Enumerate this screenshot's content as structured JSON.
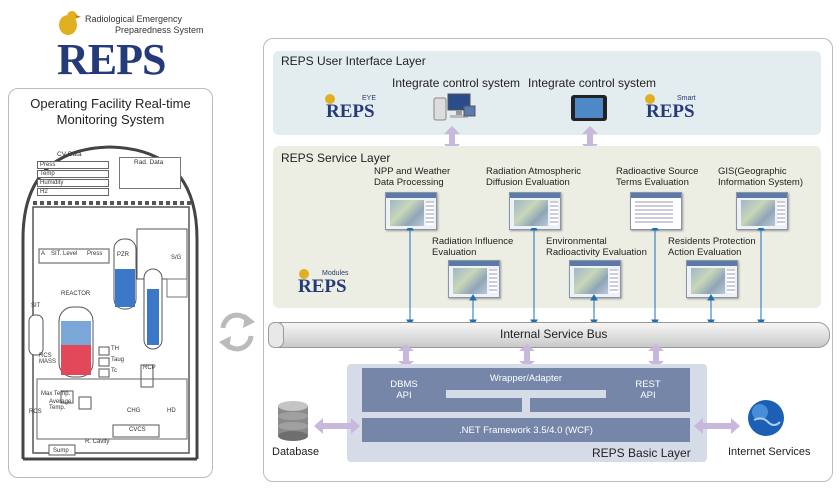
{
  "logo": {
    "subtitle_line1": "Radiological Emergency",
    "subtitle_line2": "Preparedness System",
    "wordmark": "REPS"
  },
  "left_panel": {
    "title_line1": "Operating Facility Real-time",
    "title_line2": "Monitoring System",
    "cv_data": {
      "title": "CV Data",
      "rows": [
        "Press",
        "Temp",
        "Humidity",
        "H2"
      ]
    },
    "rad_data": "Rad. Data",
    "sit_level": "SIT. Level",
    "press": "Press",
    "a_label": "A",
    "pzr": "PZR",
    "sg": "S/G",
    "reactor": "REACTOR",
    "sit": "SIT",
    "rcs_mass": "RCS\nMASS",
    "th": "TH",
    "taug": "Taug",
    "tc": "Tc",
    "rcp": "RCP",
    "max_temp": "Max Temp.",
    "average_temp": "Average\nTemp.",
    "rcs": "RCS",
    "chg": "CHG",
    "hd": "HD",
    "cvcs": "CVCS",
    "r_cavity": "R. Cavity",
    "sump": "Sump"
  },
  "ui_layer": {
    "title": "REPS User Interface Layer",
    "integrate_1": "Integrate control system",
    "integrate_2": "Integrate control system",
    "eye_logo": {
      "tag": "EYE",
      "wordmark": "REPS"
    },
    "smart_logo": {
      "tag": "Smart",
      "wordmark": "REPS"
    }
  },
  "service_layer": {
    "title": "REPS Service Layer",
    "modules_logo": {
      "tag": "Modules",
      "wordmark": "REPS"
    },
    "modules": [
      "NPP and Weather\nData Processing",
      "Radiation Atmospheric\nDiffusion Evaluation",
      "Radioactive Source\nTerms Evaluation",
      "GIS(Geographic\nInformation System)",
      "Radiation Influence\nEvaluation",
      "Environmental\nRadioactivity Evaluation",
      "Residents Protection\nAction Evaluation"
    ]
  },
  "bus": {
    "label": "Internal Service Bus"
  },
  "basic_layer": {
    "title": "REPS Basic Layer",
    "dbms": "DBMS\nAPI",
    "wrapper": "Wrapper/Adapter",
    "rest": "REST\nAPI",
    "framework": ".NET Framework 3.5/4.0 (WCF)",
    "database": "Database",
    "internet": "Internet Services"
  },
  "colors": {
    "ui_layer_bg": "#e3ecef",
    "service_layer_bg": "#eceee3",
    "basic_layer_bg": "#d6dbe8",
    "block_blue": "#7586a8",
    "arrow_lavender": "#c8b8dc",
    "logo_navy": "#253a78",
    "logo_gold": "#e0b020"
  }
}
